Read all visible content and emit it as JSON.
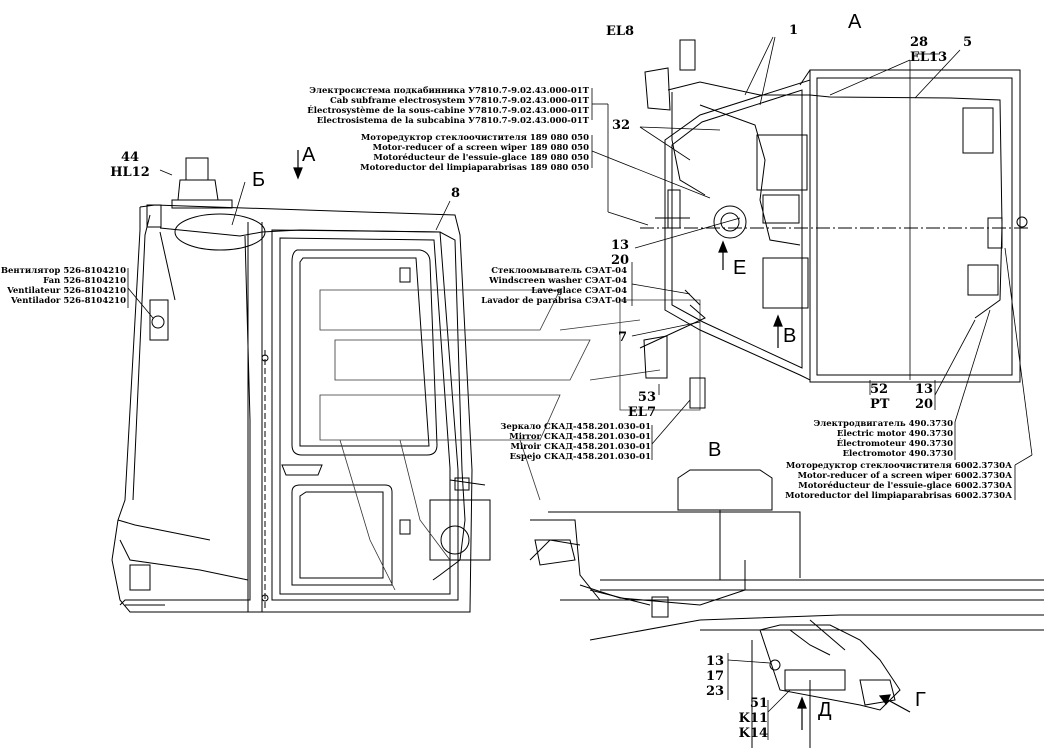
{
  "views": {
    "A_top": "A",
    "A_left": "A",
    "B_cyr": "Б",
    "V_cyr": "В",
    "V_arrow": "В",
    "E_arrow": "Е",
    "D_arrow": "Д",
    "G_arrow": "Г"
  },
  "refs": {
    "hl": [
      "44",
      "HL12"
    ],
    "el8": "EL8",
    "r1": "1",
    "r28": [
      "28",
      "EL13"
    ],
    "r5": "5",
    "r32": "32",
    "r8": "8",
    "r13_20a": [
      "13",
      "20"
    ],
    "r7": "7",
    "r53": [
      "53",
      "EL7"
    ],
    "r52": [
      "52",
      "PT"
    ],
    "r13_20b": [
      "13",
      "20"
    ],
    "r13_17_23": [
      "13",
      "17",
      "23"
    ],
    "r51": [
      "51",
      "K11",
      "K14"
    ]
  },
  "labels": {
    "subframe": [
      "Электросистема подкабинника У7810.7-9.02.43.000-01Т",
      "Cab subframe electrosystem У7810.7-9.02.43.000-01Т",
      "Électrosystème de la sous-cabine У7810.7-9.02.43.000-01Т",
      "Electrosistema de la subcabina У7810.7-9.02.43.000-01Т"
    ],
    "wiper_motor_1": [
      "Моторедуктор стеклоочистителя 189 080 050",
      "Motor-reducer of a screen wiper 189 080 050",
      "Motoréducteur de l'essuie-glace 189 080 050",
      "Motoreductor del limpiaparabrisas 189 080 050"
    ],
    "fan": [
      "Вентилятор 526-8104210",
      "Fan 526-8104210",
      "Ventilateur 526-8104210",
      "Ventilador 526-8104210"
    ],
    "washer": [
      "Стеклоомыватель СЭАТ-04",
      "Windscreen washer СЭАТ-04",
      "Lave-glace СЭАТ-04",
      "Lavador de parabrisa СЭАТ-04"
    ],
    "mirror": [
      "Зеркало СКАД-458.201.030-01",
      "Mirror СКАД-458.201.030-01",
      "Miroir СКАД-458.201.030-01",
      "Espejo СКАД-458.201.030-01"
    ],
    "electric_motor": [
      "Электродвигатель 490.3730",
      "Electric motor 490.3730",
      "Électromoteur 490.3730",
      "Electromotor 490.3730"
    ],
    "wiper_motor_2": [
      "Моторедуктор стеклоочистителя 6002.3730А",
      "Motor-reducer of a screen wiper 6002.3730А",
      "Motoréducteur de l'essuie-glace 6002.3730А",
      "Motoreductor del limpiaparabrisas 6002.3730А"
    ]
  }
}
